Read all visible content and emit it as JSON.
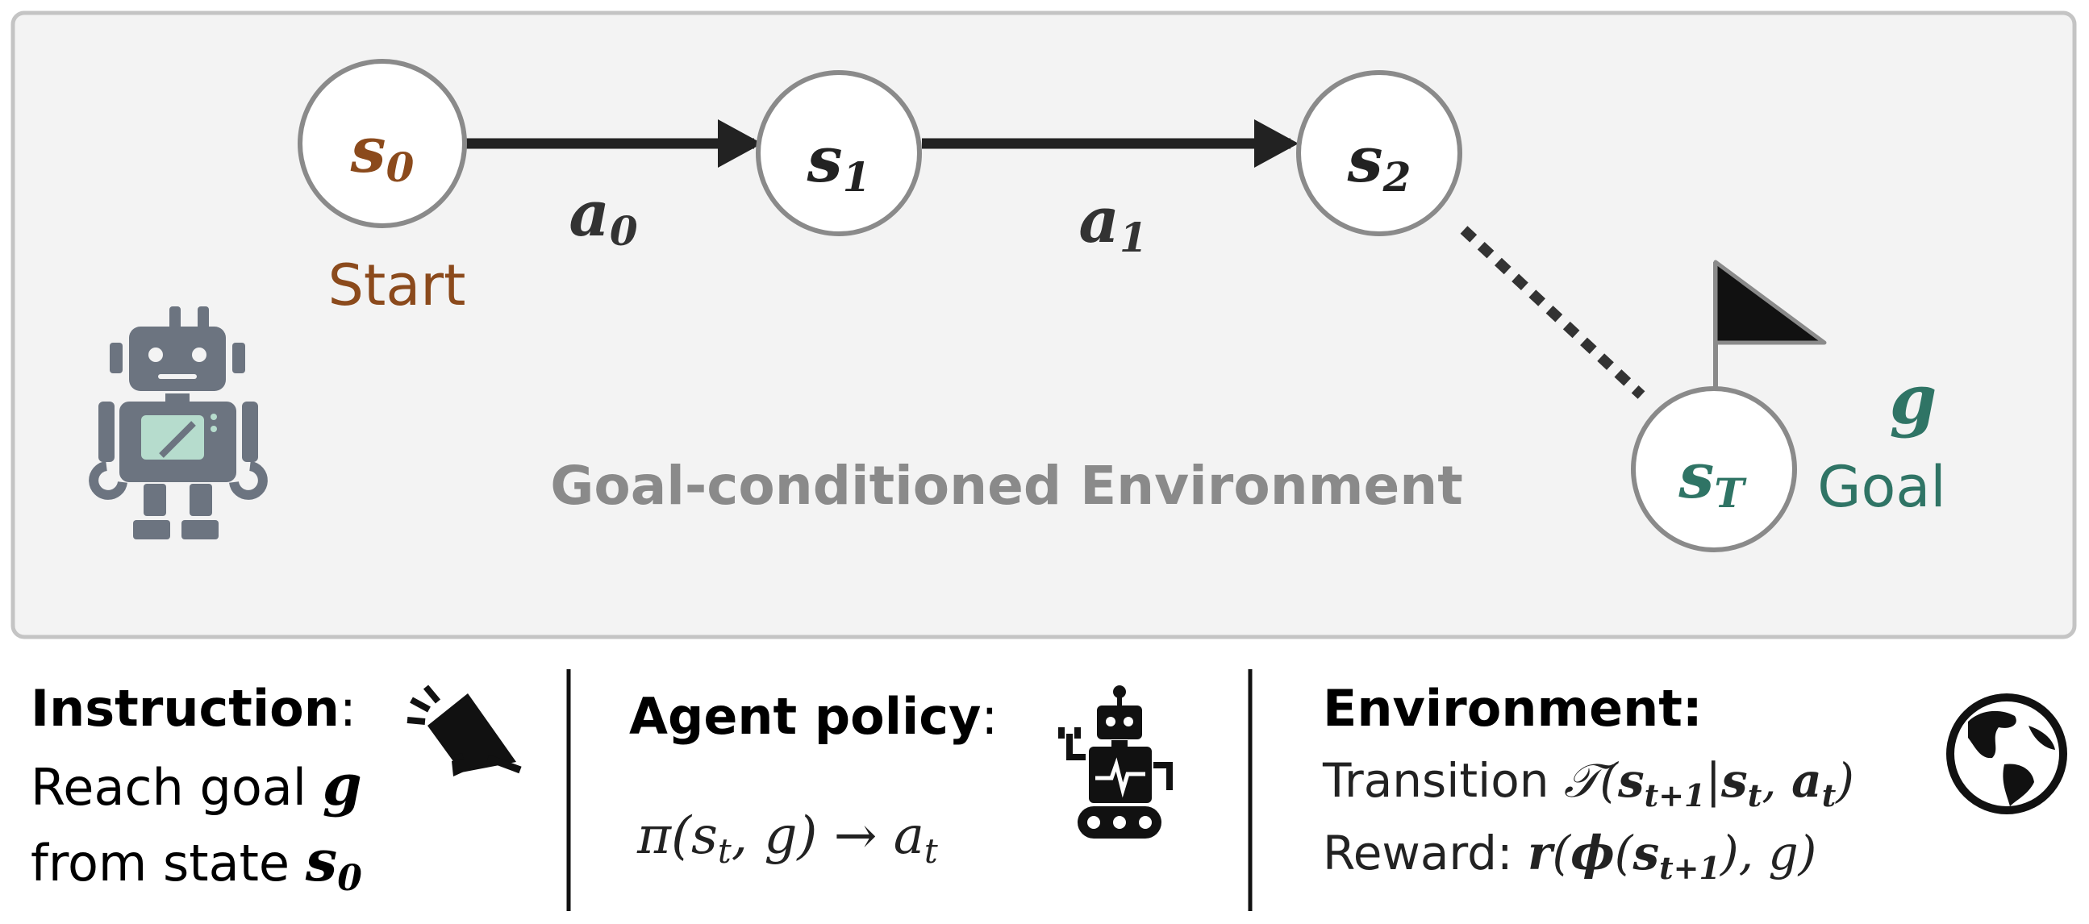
{
  "environment": {
    "title": "Goal-conditioned Environment",
    "states": [
      {
        "id": "s0",
        "label": "s",
        "sub": "0",
        "caption": "Start",
        "color": "#8b4a1c"
      },
      {
        "id": "s1",
        "label": "s",
        "sub": "1",
        "color": "#222222"
      },
      {
        "id": "s2",
        "label": "s",
        "sub": "2",
        "color": "#222222"
      },
      {
        "id": "sT",
        "label": "s",
        "sub": "T",
        "caption": "Goal",
        "color": "#2f7465"
      }
    ],
    "actions": [
      {
        "label": "a",
        "sub": "0"
      },
      {
        "label": "a",
        "sub": "1"
      }
    ],
    "goal_symbol": "g"
  },
  "panels": {
    "instruction": {
      "title": "Instruction",
      "colon": ":",
      "line1": "Reach goal",
      "line1_var": "g",
      "line2": "from state",
      "line2_var": "s",
      "line2_sub": "0",
      "icon": "megaphone-icon"
    },
    "agent": {
      "title": "Agent policy",
      "colon": ":",
      "formula": {
        "pi": "π",
        "open": "(",
        "s": "s",
        "s_sub": "t",
        "comma": ", ",
        "g": "g",
        "close": ")",
        "arrow": " → ",
        "a": "a",
        "a_sub": "t"
      },
      "icon": "robot-icon"
    },
    "environment": {
      "title": "Environment:",
      "transition_label": "Transition ",
      "transition": {
        "T": "𝒯",
        "open": "(",
        "s1": "s",
        "s1_sub": "t+1",
        "bar": "|",
        "s2": "s",
        "s2_sub": "t",
        "comma": ", ",
        "a": "a",
        "a_sub": "t",
        "close": ")"
      },
      "reward_label": "Reward: ",
      "reward": {
        "r": "r",
        "open": "(",
        "phi": "ϕ",
        "open2": "(",
        "s": "s",
        "s_sub": "t+1",
        "close2": ")",
        "comma": ", ",
        "g": "g",
        "close": ")"
      },
      "icon": "globe-icon"
    }
  },
  "colors": {
    "box_fill": "#f3f3f3",
    "box_stroke": "#c4c4c4",
    "title_gray": "#8a8a8a",
    "start_brown": "#8b4a1c",
    "goal_teal": "#2f7465",
    "robot_gray": "#6c7480"
  }
}
